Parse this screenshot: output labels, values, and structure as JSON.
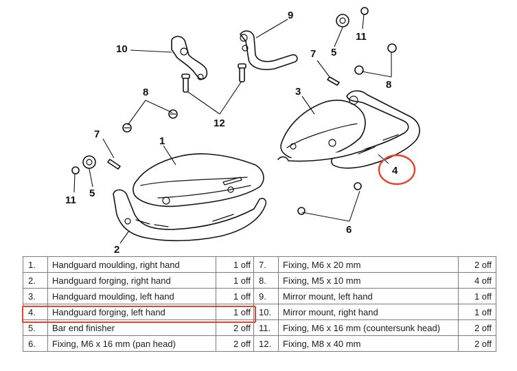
{
  "callouts": {
    "c1": "1",
    "c2": "2",
    "c4": "4",
    "c5a": "5",
    "c5b": "5",
    "c6": "6",
    "c7a": "7",
    "c7b": "7",
    "c8a": "8",
    "c8b": "8",
    "c9": "9",
    "c10": "10",
    "c11a": "11",
    "c11b": "11",
    "c12": "12"
  },
  "parts": [
    {
      "no": "1.",
      "description": "Handguard moulding, right hand",
      "qty": "1 off"
    },
    {
      "no": "2.",
      "description": "Handguard forging, right hand",
      "qty": "1 off"
    },
    {
      "no": "3.",
      "description": "Handguard moulding, left hand",
      "qty": "1 off"
    },
    {
      "no": "4.",
      "description": "Handguard forging, left hand",
      "qty": "1 off"
    },
    {
      "no": "5.",
      "description": "Bar end finisher",
      "qty": "2 off"
    },
    {
      "no": "6.",
      "description": "Fixing, M6 x 16 mm (pan head)",
      "qty": "2 off"
    },
    {
      "no": "7.",
      "description": "Fixing, M6 x 20 mm",
      "qty": "2 off"
    },
    {
      "no": "8.",
      "description": "Fixing, M5 x 10 mm",
      "qty": "4 off"
    },
    {
      "no": "9.",
      "description": "Mirror mount, left hand",
      "qty": "1 off"
    },
    {
      "no": "10.",
      "description": "Mirror mount, right hand",
      "qty": "1 off"
    },
    {
      "no": "11.",
      "description": "Fixing, M6 x 16 mm (countersunk head)",
      "qty": "2 off"
    },
    {
      "no": "12.",
      "description": "Fixing, M8 x 40 mm",
      "qty": "2 off"
    }
  ],
  "highlight": {
    "color": "#e8402a",
    "item": "4"
  }
}
